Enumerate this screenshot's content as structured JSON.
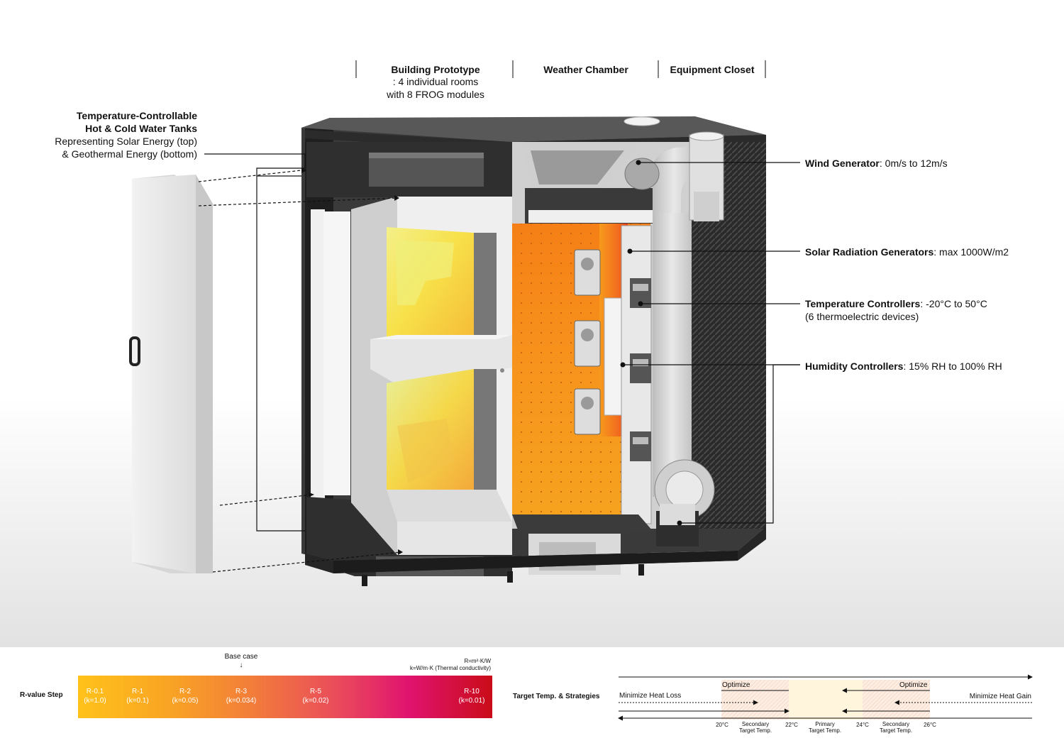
{
  "header": {
    "col1_title": "Building Prototype",
    "col1_line2": ": 4 individual rooms",
    "col1_line3": "with 8 FROG modules",
    "col2_title": "Weather Chamber",
    "col3_title": "Equipment Closet"
  },
  "left_label": {
    "line1": "Temperature-Controllable",
    "line2": "Hot & Cold Water Tanks",
    "line3": "Representing Solar Energy (top)",
    "line4": "& Geothermal Energy (bottom)"
  },
  "callouts": {
    "wind_bold": "Wind Generator",
    "wind_rest": ": 0m/s to 12m/s",
    "solar_bold": "Solar Radiation Generators",
    "solar_rest": ": max 1000W/m2",
    "temp_bold": "Temperature Controllers",
    "temp_rest": ": -20°C to 50°C",
    "temp_line2": "(6 thermoelectric devices)",
    "hum_bold": "Humidity Controllers",
    "hum_rest": ": 15% RH to 100% RH"
  },
  "rvalue": {
    "row_label": "R-value Step",
    "base_case": "Base case",
    "base_arrow": "↓",
    "unit_line1": "R=m²·K/W",
    "unit_line2": "k=W/m·K (Thermal conductivity)",
    "steps": [
      {
        "r": "R-0.1",
        "k": "(k=1.0)"
      },
      {
        "r": "R-1",
        "k": "(k=0.1)"
      },
      {
        "r": "R-2",
        "k": "(k=0.05)"
      },
      {
        "r": "R-3",
        "k": "(k=0.034)"
      },
      {
        "r": "R-5",
        "k": "(k=0.02)"
      },
      {
        "r": "R-10",
        "k": "(k=0.01)"
      }
    ]
  },
  "strategy": {
    "row_label": "Target Temp. & Strategies",
    "minimize_loss": "Minimize Heat Loss",
    "minimize_gain": "Minimize Heat Gain",
    "optimize_left": "Optimize",
    "optimize_right": "Optimize",
    "temps": [
      "20°C",
      "22°C",
      "24°C",
      "26°C"
    ],
    "secondary_left_1": "Secondary",
    "secondary_left_2": "Target Temp.",
    "primary_1": "Primary",
    "primary_2": "Target Temp.",
    "secondary_right_1": "Secondary",
    "secondary_right_2": "Target Temp."
  },
  "colors": {
    "frame": "#2b2b2b",
    "panel_white": "#e9e9e9",
    "chamber_orange": "#f7941d",
    "hot_red": "#e8411f",
    "rbar_start": "#ffc21a",
    "rbar_end": "#c90c18"
  }
}
